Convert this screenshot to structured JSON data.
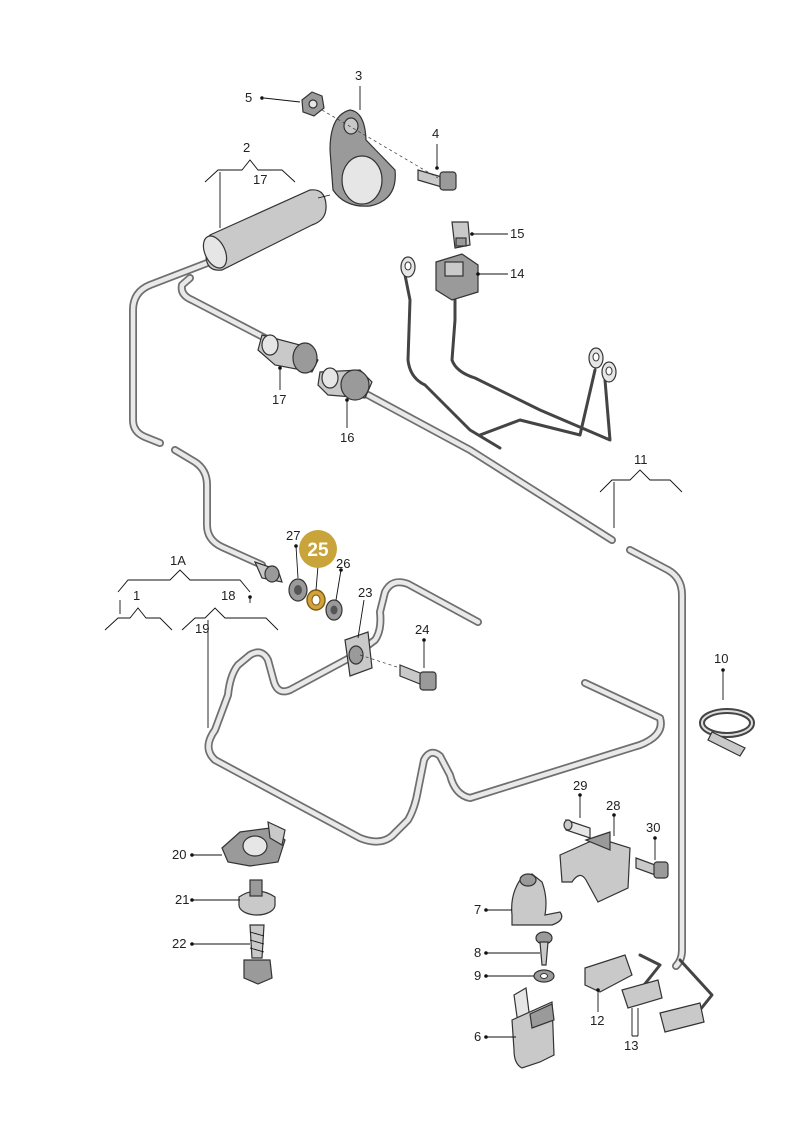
{
  "highlight": {
    "label": "25",
    "color": "#c8a43a",
    "text_color": "#ffffff"
  },
  "callouts": {
    "c1": "1",
    "c1A": "1A",
    "c2": "2",
    "c3": "3",
    "c4": "4",
    "c5": "5",
    "c6": "6",
    "c7": "7",
    "c8": "8",
    "c9": "9",
    "c10": "10",
    "c11": "11",
    "c12": "12",
    "c13": "13",
    "c14": "14",
    "c15": "15",
    "c16": "16",
    "c17a": "17",
    "c17b": "17",
    "c18": "18",
    "c19": "19",
    "c20": "20",
    "c21": "21",
    "c22": "22",
    "c23": "23",
    "c24": "24",
    "c26": "26",
    "c27": "27",
    "c28": "28",
    "c29": "29",
    "c30": "30"
  },
  "colors": {
    "line": "#6f6f6f",
    "part_fill": "#c9c9c9",
    "background": "#ffffff"
  }
}
